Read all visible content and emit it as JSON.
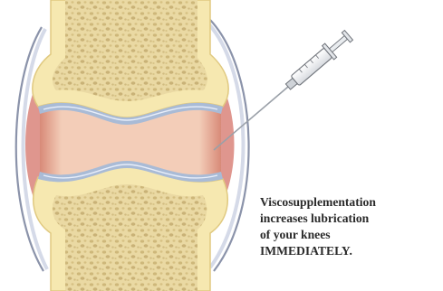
{
  "caption": {
    "lines": [
      "Viscosupplementation",
      "increases lubrication",
      "of your knees",
      "IMMEDIATELY."
    ]
  },
  "colors": {
    "capsule": "#c9cfe0",
    "capsule_outline": "#8b93aa",
    "bone_shell": "#f6e8b0",
    "bone_shell_edge": "#e0c980",
    "spongy_bone": "#ead9a3",
    "spongy_pores": "#b59a58",
    "cartilage": "#a9bbd6",
    "cartilage_highlight": "#e8eefa",
    "synovial_membrane": "#d9847a",
    "synovial_cavity": "#f3cdb8",
    "syringe_body": "#eef0f2",
    "syringe_outline": "#6f737a",
    "needle": "#9aa0a8"
  },
  "icons": {
    "syringe": "syringe-icon"
  }
}
